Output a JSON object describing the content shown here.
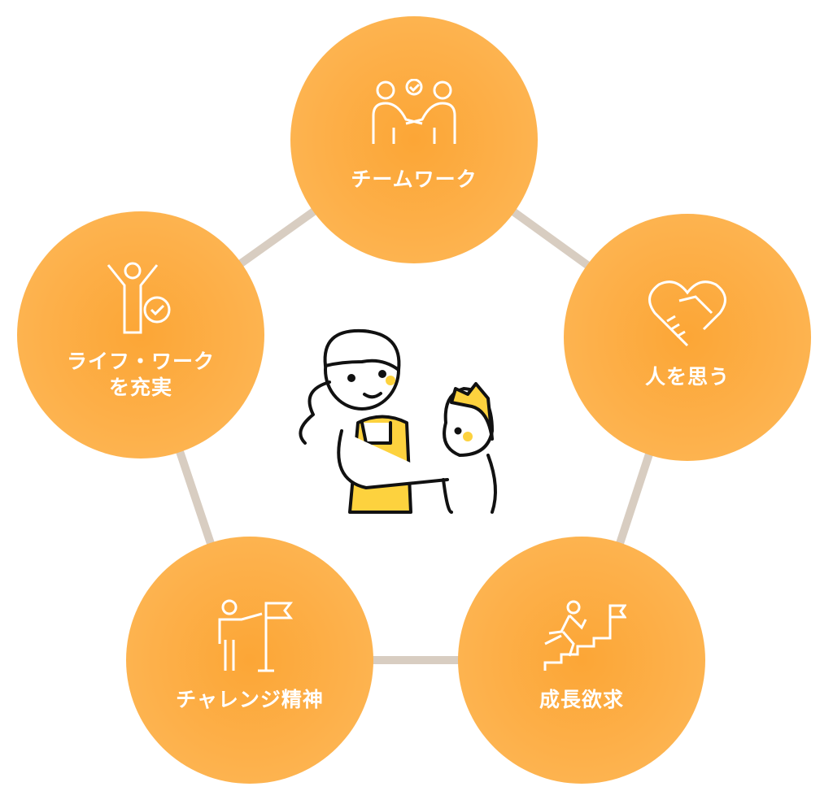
{
  "values": [
    {
      "label": "チームワーク",
      "icon": "teamwork-icon"
    },
    {
      "label": "人を思う",
      "icon": "heart-handshake-icon"
    },
    {
      "label": "成長欲求",
      "icon": "stairs-runner-flag-icon"
    },
    {
      "label": "チャレンジ精神",
      "icon": "person-flag-icon"
    },
    {
      "label": "ライフ・ワーク\nを充実",
      "icon": "person-check-icon"
    }
  ],
  "colors": {
    "circle": "#fca636",
    "line": "#d8cdc1",
    "accent": "#fdd23e"
  }
}
